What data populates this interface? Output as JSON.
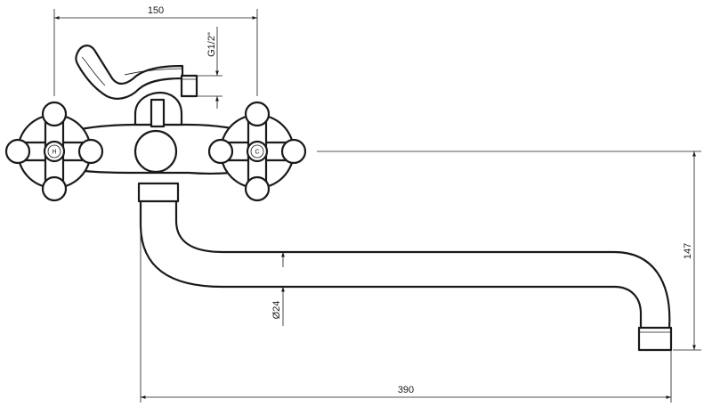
{
  "dimensions": {
    "handle_spacing": "150",
    "connection_thread": "G1/2\"",
    "pipe_diameter": "Ø24",
    "height": "147",
    "spout_length": "390"
  },
  "handles": {
    "left_mark": "H",
    "right_mark": "C"
  }
}
